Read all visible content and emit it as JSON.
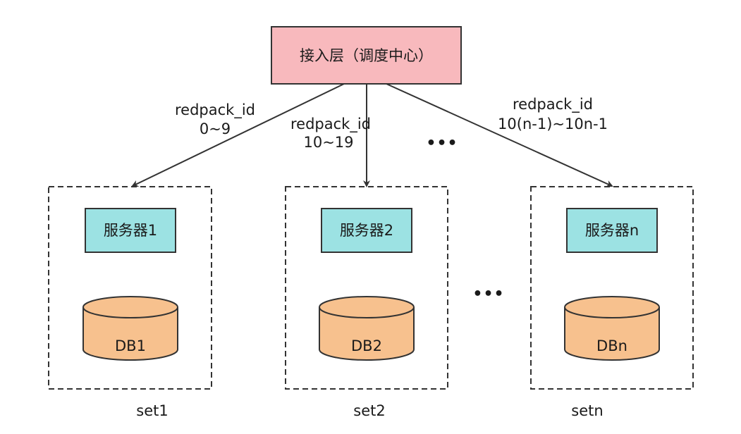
{
  "access_layer": {
    "label": "接入层（调度中心）",
    "fill": "#f8b9bd"
  },
  "colors": {
    "server_fill": "#9ce2e3",
    "db_fill": "#f7c18e",
    "stroke": "#333333",
    "edge": "#333333"
  },
  "edges": [
    {
      "line1": "redpack_id",
      "line2": "0~9"
    },
    {
      "line1": "redpack_id",
      "line2": "10~19"
    },
    {
      "line1": "redpack_id",
      "line2": "10(n-1)~10n-1"
    }
  ],
  "sets": [
    {
      "server": "服务器1",
      "db": "DB1",
      "name": "set1"
    },
    {
      "server": "服务器2",
      "db": "DB2",
      "name": "set2"
    },
    {
      "server": "服务器n",
      "db": "DBn",
      "name": "setn"
    }
  ],
  "ellipsis_top": "•••",
  "ellipsis_mid": "•••"
}
